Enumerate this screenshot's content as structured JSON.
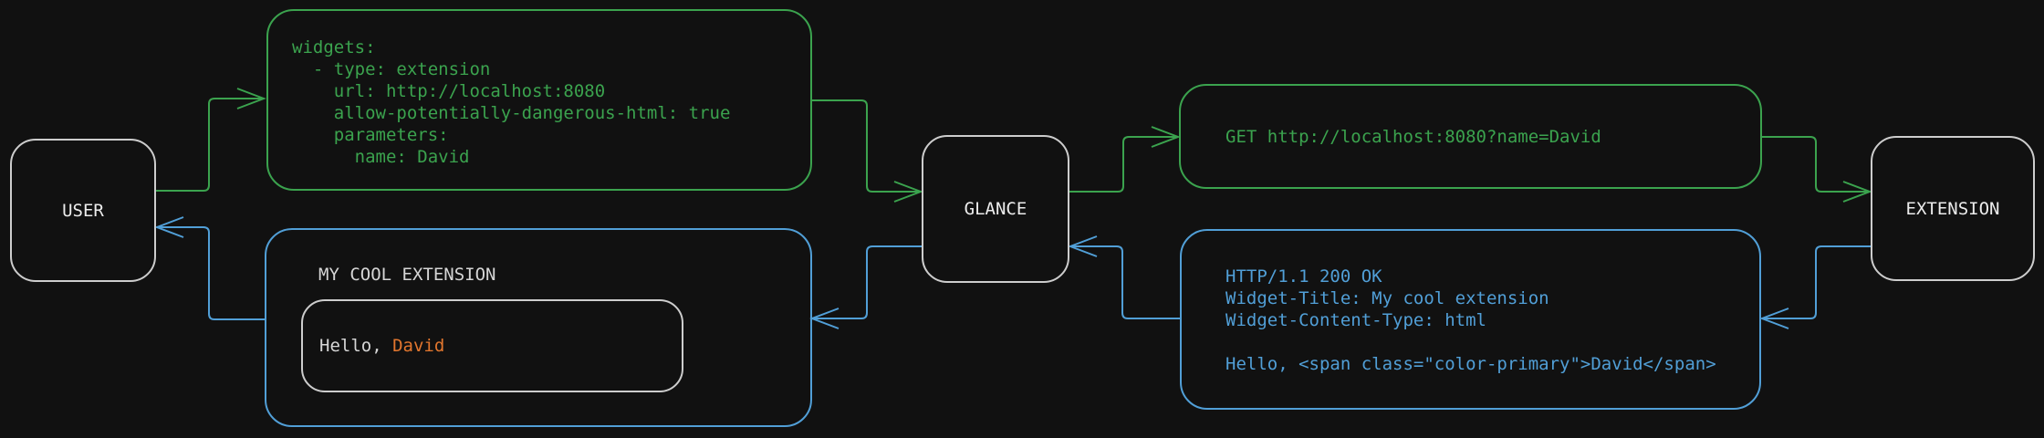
{
  "colors": {
    "background": "#111111",
    "green": "#3ba34e",
    "blue": "#519fd7",
    "orange": "#e2762e",
    "node_border": "#cdcdcd",
    "light_text": "#d6d6d6"
  },
  "nodes": {
    "user": {
      "label": "USER"
    },
    "glance": {
      "label": "GLANCE"
    },
    "extension": {
      "label": "EXTENSION"
    }
  },
  "config_box": {
    "code": "widgets:\n  - type: extension\n    url: http://localhost:8080\n    allow-potentially-dangerous-html: true\n    parameters:\n      name: David"
  },
  "request_box": {
    "code": "GET http://localhost:8080?name=David"
  },
  "response_box": {
    "code": "HTTP/1.1 200 OK\nWidget-Title: My cool extension\nWidget-Content-Type: html\n\nHello, <span class=\"color-primary\">David</span>"
  },
  "widget_preview": {
    "title": "MY COOL EXTENSION",
    "greeting_prefix": "Hello, ",
    "greeting_name": "David"
  },
  "arrows": [
    {
      "id": "user-to-config",
      "from": "user",
      "to": "config-box",
      "color": "green"
    },
    {
      "id": "config-to-glance",
      "from": "config-box",
      "to": "glance",
      "color": "green"
    },
    {
      "id": "glance-to-request",
      "from": "glance",
      "to": "request-box",
      "color": "green"
    },
    {
      "id": "request-to-extension",
      "from": "request-box",
      "to": "extension",
      "color": "green"
    },
    {
      "id": "extension-to-response",
      "from": "extension",
      "to": "response-box",
      "color": "blue"
    },
    {
      "id": "response-to-glance",
      "from": "response-box",
      "to": "glance",
      "color": "blue"
    },
    {
      "id": "glance-to-widget",
      "from": "glance",
      "to": "widget-preview",
      "color": "blue"
    },
    {
      "id": "widget-to-user",
      "from": "widget-preview",
      "to": "user",
      "color": "blue"
    }
  ]
}
